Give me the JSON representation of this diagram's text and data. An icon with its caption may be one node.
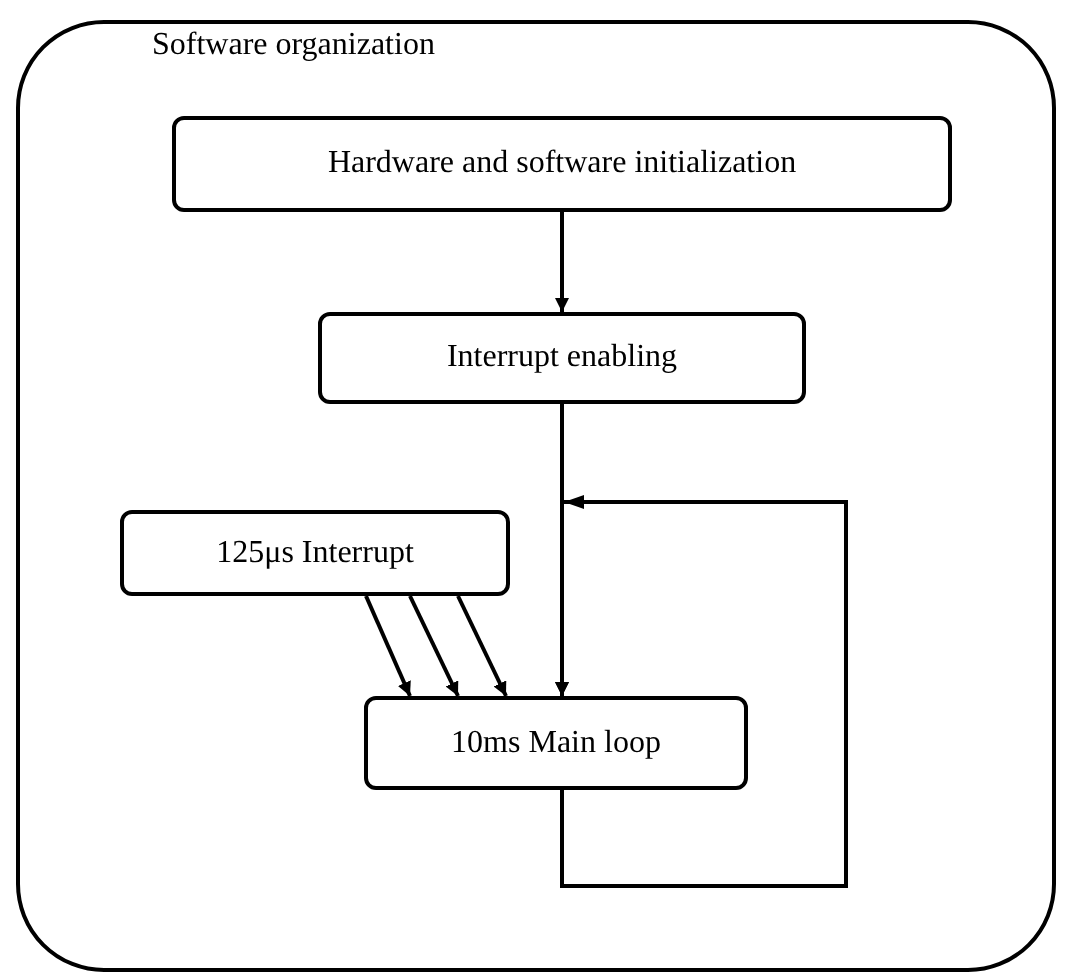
{
  "diagram": {
    "nodes": [
      {
        "text": [
          "Software organization"
        ]
      },
      {
        "text": [
          "Hardware and software initialization"
        ],
        "in": 0
      },
      {
        "text": [
          "Interrupt enabling"
        ],
        "in": 0
      },
      {
        "text": [
          "125μs Interrupt"
        ],
        "in": 0
      },
      {
        "text": [
          "10ms Main loop"
        ],
        "in": 0
      }
    ],
    "edges": [
      {
        "from": 1,
        "to": 2,
        "arrow": "to"
      },
      {
        "from": 2,
        "to": 4,
        "arrow": "to"
      },
      {
        "from": 3,
        "to": 4,
        "arrow": "to"
      },
      {
        "from": 3,
        "to": 4,
        "arrow": "to"
      },
      {
        "from": 3,
        "to": 4,
        "arrow": "to"
      },
      {
        "from": 4,
        "to": 4,
        "arrow": "to"
      }
    ]
  }
}
